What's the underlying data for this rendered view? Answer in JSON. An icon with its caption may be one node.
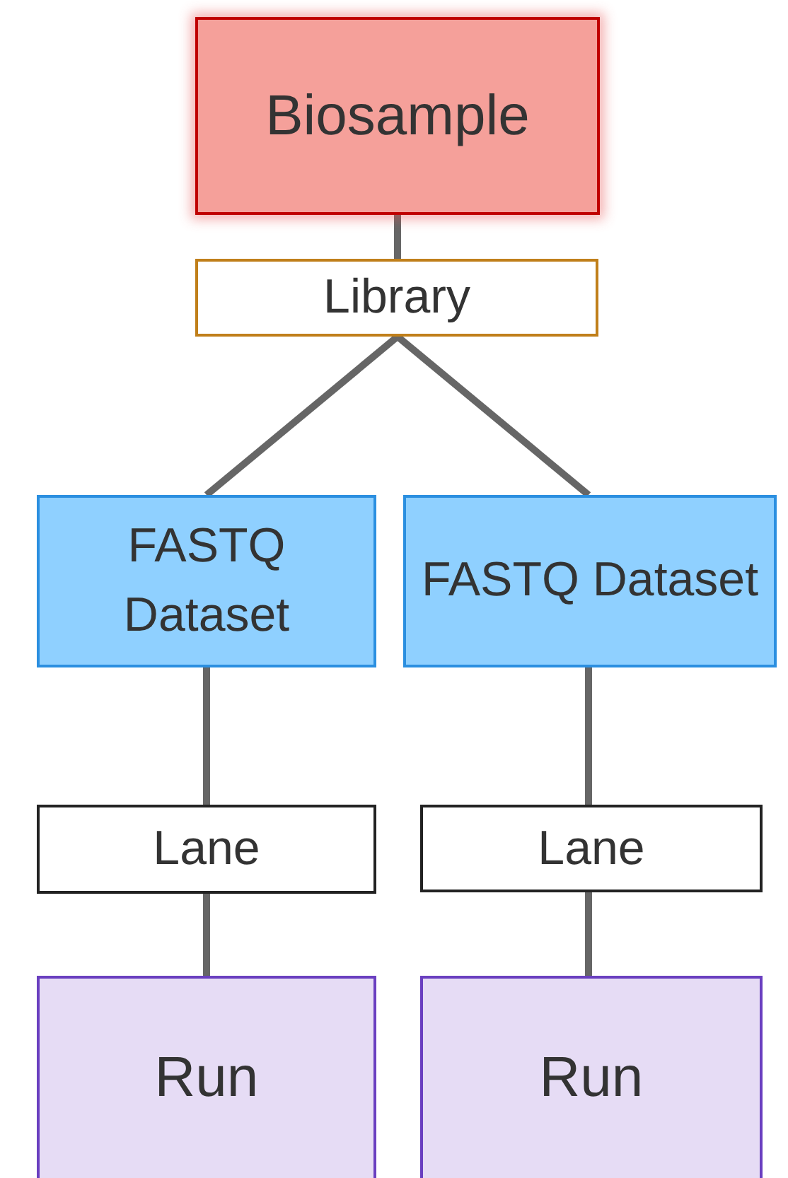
{
  "diagram": {
    "nodes": [
      {
        "text": [
          "Biosample"
        ]
      },
      {
        "text": [
          "Library"
        ]
      },
      {
        "text": [
          "FASTQ Dataset"
        ]
      },
      {
        "text": [
          "FASTQ Dataset"
        ]
      },
      {
        "text": [
          "Lane"
        ]
      },
      {
        "text": [
          "Lane"
        ]
      },
      {
        "text": [
          "Run"
        ]
      },
      {
        "text": [
          "Run"
        ]
      }
    ],
    "edges": [
      {
        "from": 0,
        "to": 1,
        "arrow": "none"
      },
      {
        "from": 1,
        "to": 2,
        "arrow": "none"
      },
      {
        "from": 1,
        "to": 3,
        "arrow": "none"
      },
      {
        "from": 2,
        "to": 4,
        "arrow": "none"
      },
      {
        "from": 4,
        "to": 6,
        "arrow": "none"
      },
      {
        "from": 3,
        "to": 5,
        "arrow": "none"
      },
      {
        "from": 5,
        "to": 7,
        "arrow": "none"
      }
    ]
  }
}
